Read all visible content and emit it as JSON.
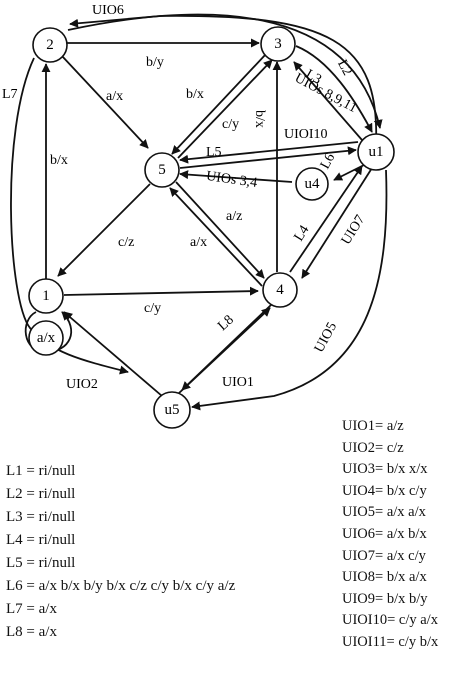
{
  "nodes": {
    "n1": "1",
    "n2": "2",
    "n3": "3",
    "n4": "4",
    "n5": "5",
    "u1": "u1",
    "u4": "u4",
    "u5": "u5"
  },
  "self_loop_label": "a/x",
  "edges": {
    "uio6": "UIO6",
    "by_2_3": "b/y",
    "ax_2_5": "a/x",
    "l7": "L7",
    "bx_1_2": "b/x",
    "bx_3_5": "b/x",
    "cy_5_3": "c/y",
    "bx_mid": "b/x",
    "l3": "L3",
    "l2": "L2",
    "uios_8911": "UIOs 8,9,11",
    "uioi10": "UIOI10",
    "l5": "L5",
    "l6": "L6",
    "uios_34": "UIOs 3,4",
    "cz_5_1": "c/z",
    "az_5_4": "a/z",
    "ax_4_5": "a/x",
    "l4": "L4",
    "uio7": "UIO7",
    "cy_1_4": "c/y",
    "uio5": "UIO5",
    "l8": "L8",
    "uio2": "UIO2",
    "uio1": "UIO1"
  },
  "legend_left": [
    "L1 = ri/null",
    "L2 = ri/null",
    "L3 = ri/null",
    "L4 = ri/null",
    "L5 = ri/null",
    "L6 = a/x b/x b/y b/x c/z c/y b/x c/y a/z",
    "L7 = a/x",
    "L8 = a/x"
  ],
  "legend_right": [
    "UIO1= a/z",
    "UIO2= c/z",
    "UIO3= b/x x/x",
    "UIO4= b/x c/y",
    "UIO5= a/x a/x",
    "UIO6= a/x b/x",
    "UIO7= a/x c/y",
    "UIO8= b/x a/x",
    "UIO9= b/x b/y",
    "UIOI10= c/y a/x",
    "UIOI11= c/y b/x"
  ]
}
